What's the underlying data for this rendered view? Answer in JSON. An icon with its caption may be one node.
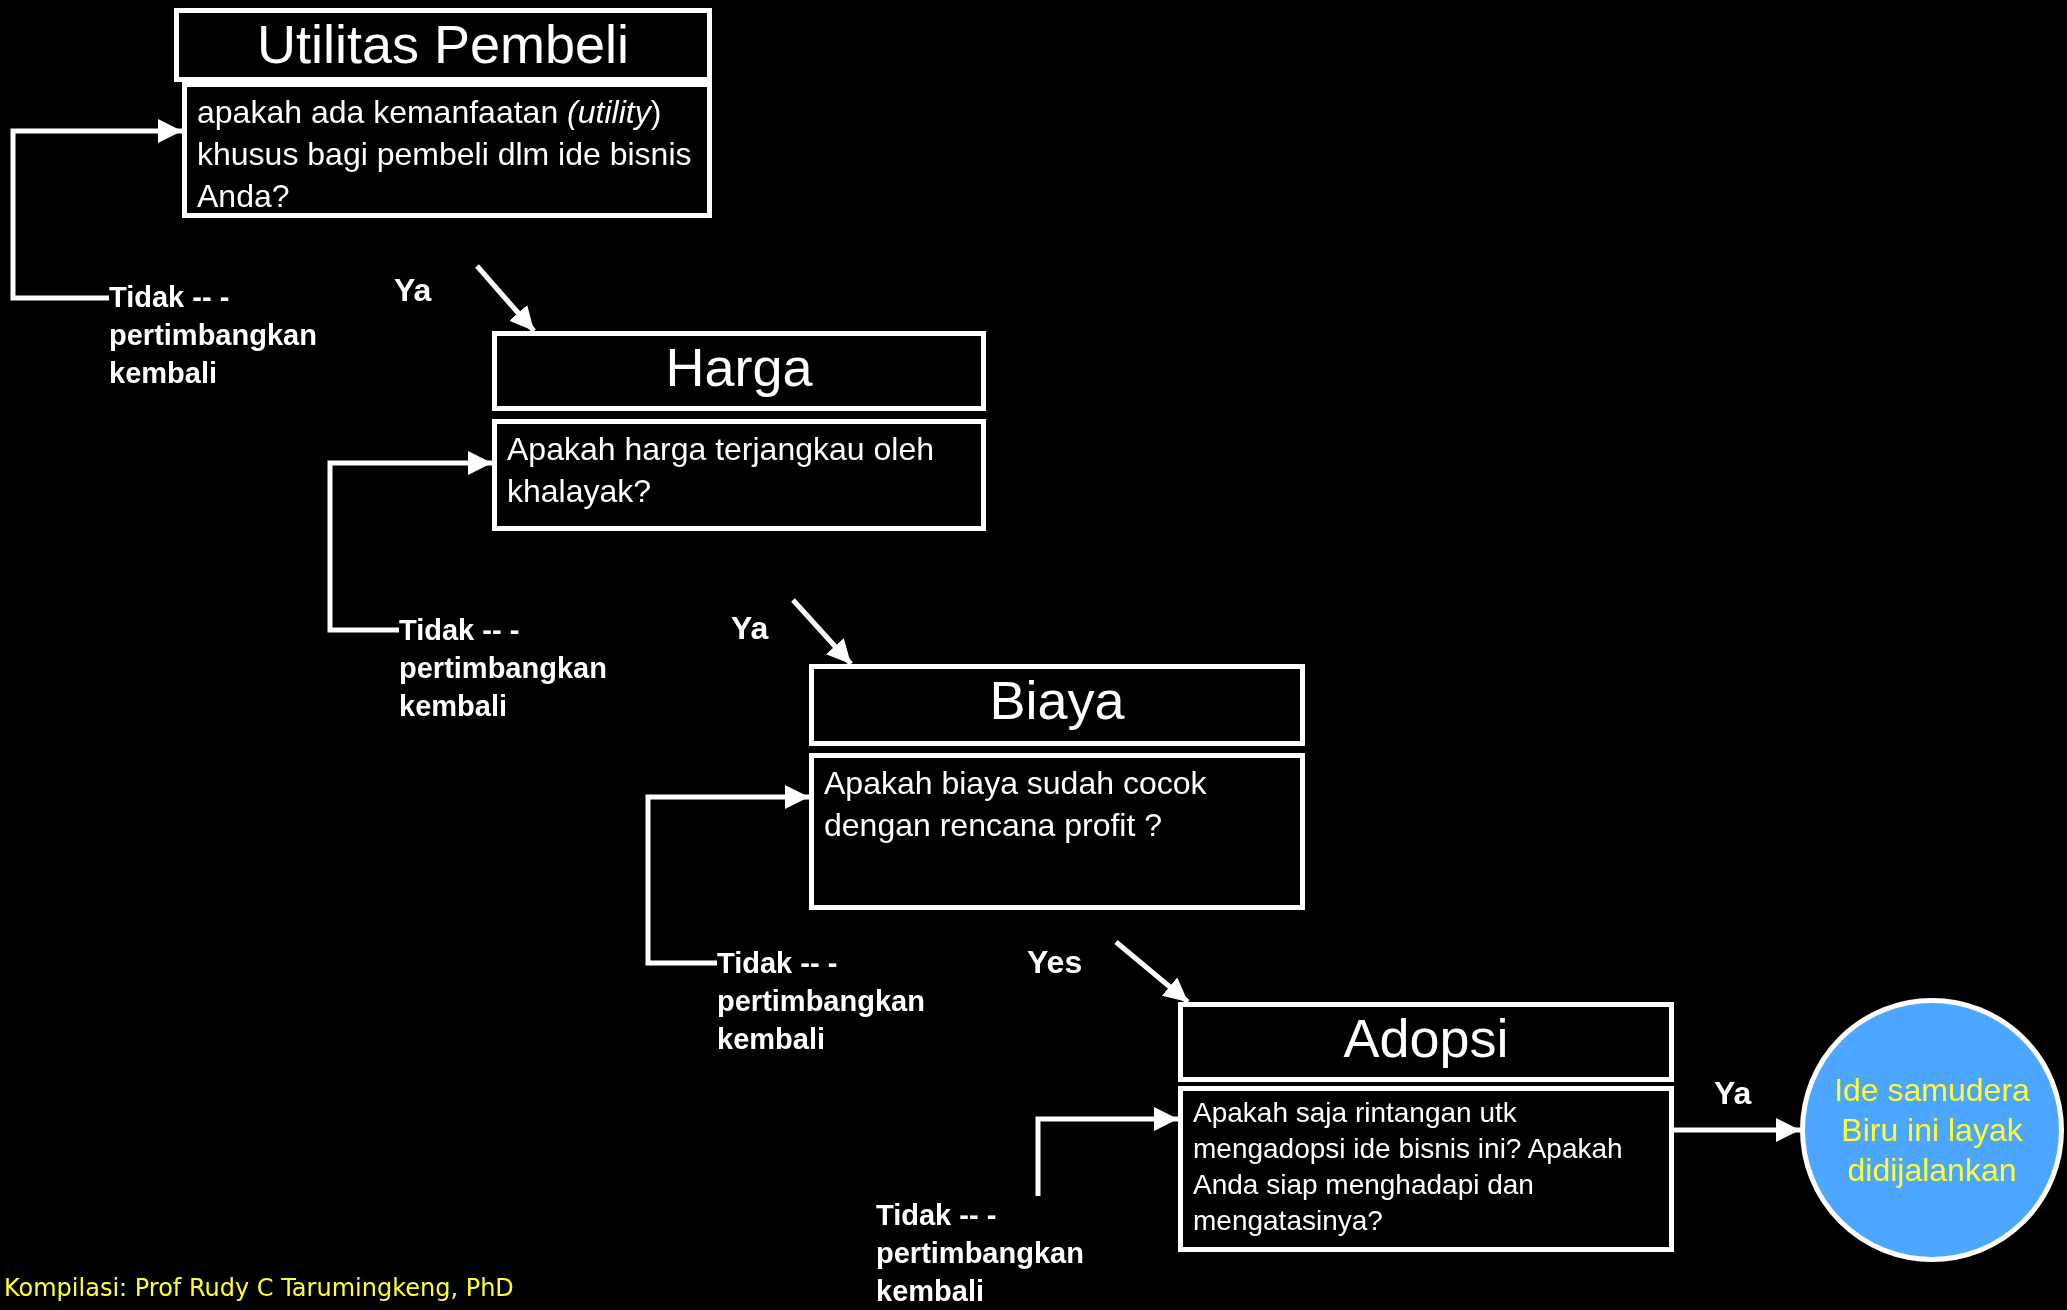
{
  "diagram": {
    "nodes": [
      {
        "text": [
          "Utilitas Pembeli"
        ]
      },
      {
        "text": [
          "apakah ada kemanfaatan *(utility*) khusus bagi pembeli dlm ide bisnis Anda?"
        ]
      },
      {
        "text": [
          "Tidak -- - pertimbangkan kembali"
        ]
      },
      {
        "text": [
          "Harga"
        ]
      },
      {
        "text": [
          "Apakah harga terjangkau oleh khalayak?"
        ]
      },
      {
        "text": [
          "Tidak -- - pertimbangkan kembali"
        ]
      },
      {
        "text": [
          "Biaya"
        ]
      },
      {
        "text": [
          "Apakah biaya sudah cocok dengan rencana profit ?"
        ]
      },
      {
        "text": [
          "Tidak -- - pertimbangkan kembali"
        ]
      },
      {
        "text": [
          "Adopsi"
        ]
      },
      {
        "text": [
          "Apakah saja rintangan utk mengadopsi ide bisnis ini? Apakah Anda siap menghadapi dan mengatasinya?"
        ]
      },
      {
        "text": [
          "Tidak -- - pertimbangkan kembali"
        ]
      },
      {
        "text": [
          "Ide samudera Biru ini layak didijalankan"
        ]
      }
    ],
    "edges": [
      {
        "from": 2,
        "to": 1,
        "arrow": "to"
      },
      {
        "from": null,
        "to": 3,
        "arrow": "to",
        "label": "Ya"
      },
      {
        "from": 5,
        "to": 4,
        "arrow": "to"
      },
      {
        "from": null,
        "to": 6,
        "arrow": "to",
        "label": "Ya"
      },
      {
        "from": 8,
        "to": 7,
        "arrow": "to"
      },
      {
        "from": null,
        "to": 9,
        "arrow": "to",
        "label": "Yes"
      },
      {
        "from": 11,
        "to": 10,
        "arrow": "to"
      },
      {
        "from": 10,
        "to": 12,
        "arrow": "to",
        "label": "Ya"
      }
    ],
    "labels": [
      "Kompilasi: Prof Rudy C Tarumingkeng, PhD"
    ]
  }
}
